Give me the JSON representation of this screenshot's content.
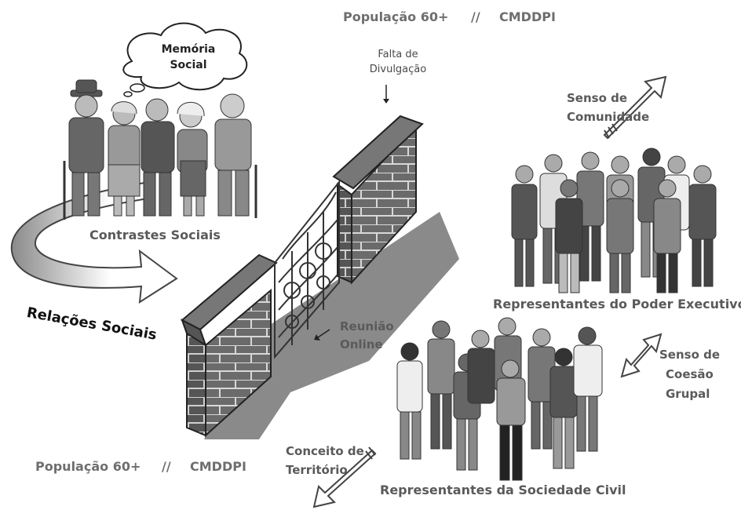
{
  "header": {
    "population": "População 60+",
    "sep": "//",
    "org": "CMDDPI"
  },
  "footer": {
    "population": "População 60+",
    "sep": "//",
    "org": "CMDDPI"
  },
  "cloud": {
    "line1": "Memória",
    "line2": "Social"
  },
  "labels": {
    "falta_line1": "Falta de",
    "falta_line2": "Divulgação",
    "senso_comunidade_line1": "Senso de",
    "senso_comunidade_line2": "Comunidade",
    "contrastes": "Contrastes Sociais",
    "relacoes": "Relações Sociais",
    "poder_executivo": "Representantes do Poder Executivo",
    "reuniao_line1": "Reunião",
    "reuniao_line2": "Online",
    "coesao_line1": "Senso de",
    "coesao_line2": "Coesão",
    "coesao_line3": "Grupal",
    "conceito_line1": "Conceito de",
    "conceito_line2": "Território",
    "sociedade_civil": "Representantes da Sociedade Civil"
  },
  "icons": {
    "elderly": "elderly-group-icon",
    "executives": "executive-group-icon",
    "civil": "civil-society-group-icon",
    "wall": "brick-wall-gate-icon"
  }
}
